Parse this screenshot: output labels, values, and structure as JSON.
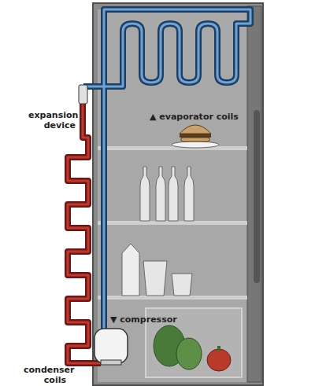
{
  "diagram": {
    "labels": [
      "▲ evaporator coils",
      "expansion device",
      "▼ compressor",
      "condenser coils"
    ]
  }
}
